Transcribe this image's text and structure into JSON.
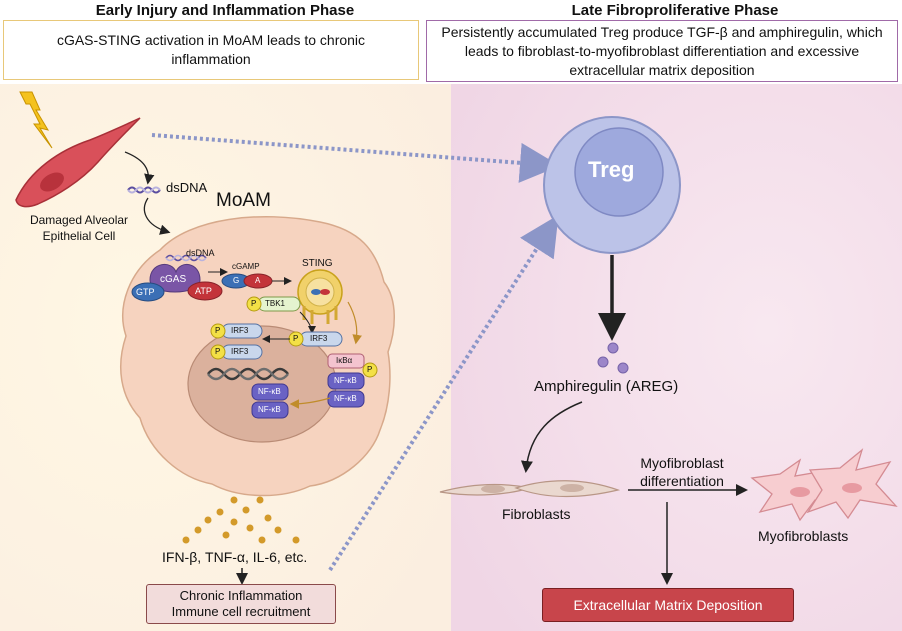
{
  "left_phase": {
    "title": "Early Injury and Inflammation Phase",
    "summary": "cGAS-STING activation in MoAM leads to chronic inflammation"
  },
  "right_phase": {
    "title": "Late Fibroproliferative Phase",
    "summary": "Persistently accumulated Treg produce TGF-β and amphiregulin, which leads to fibroblast-to-myofibroblast differentiation and excessive extracellular matrix deposition"
  },
  "labels": {
    "damaged_cell": "Damaged Alveolar Epithelial Cell",
    "dsdna_outer": "dsDNA",
    "moam": "MoAM",
    "dsdna_inner": "dsDNA",
    "cgamp": "cGAMP",
    "sting": "STING",
    "cgas": "cGAS",
    "gtp": "GTP",
    "atp": "ATP",
    "g": "G",
    "a": "A",
    "tbk1": "TBK1",
    "irf3": "IRF3",
    "ikba": "IκBα",
    "nfkb": "NF-κB",
    "p": "P",
    "cytokines": "IFN-β, TNF-α, IL-6, etc.",
    "treg": "Treg",
    "areg": "Amphiregulin (AREG)",
    "fibroblasts": "Fibroblasts",
    "myo_diff": "Myofibroblast differentiation",
    "myofibroblasts": "Myofibroblasts"
  },
  "outcomes": {
    "chronic": "Chronic Inflammation Immune cell recruitment",
    "ecm": "Extracellular Matrix Deposition"
  },
  "colors": {
    "left_bg": "#fdf6e8",
    "right_bg": "#f4e1ec",
    "treg": "#9ea9dd",
    "moam_cell": "#f6d3bf",
    "nucleus": "#dbb19d",
    "ecm_red": "#c8454b"
  }
}
